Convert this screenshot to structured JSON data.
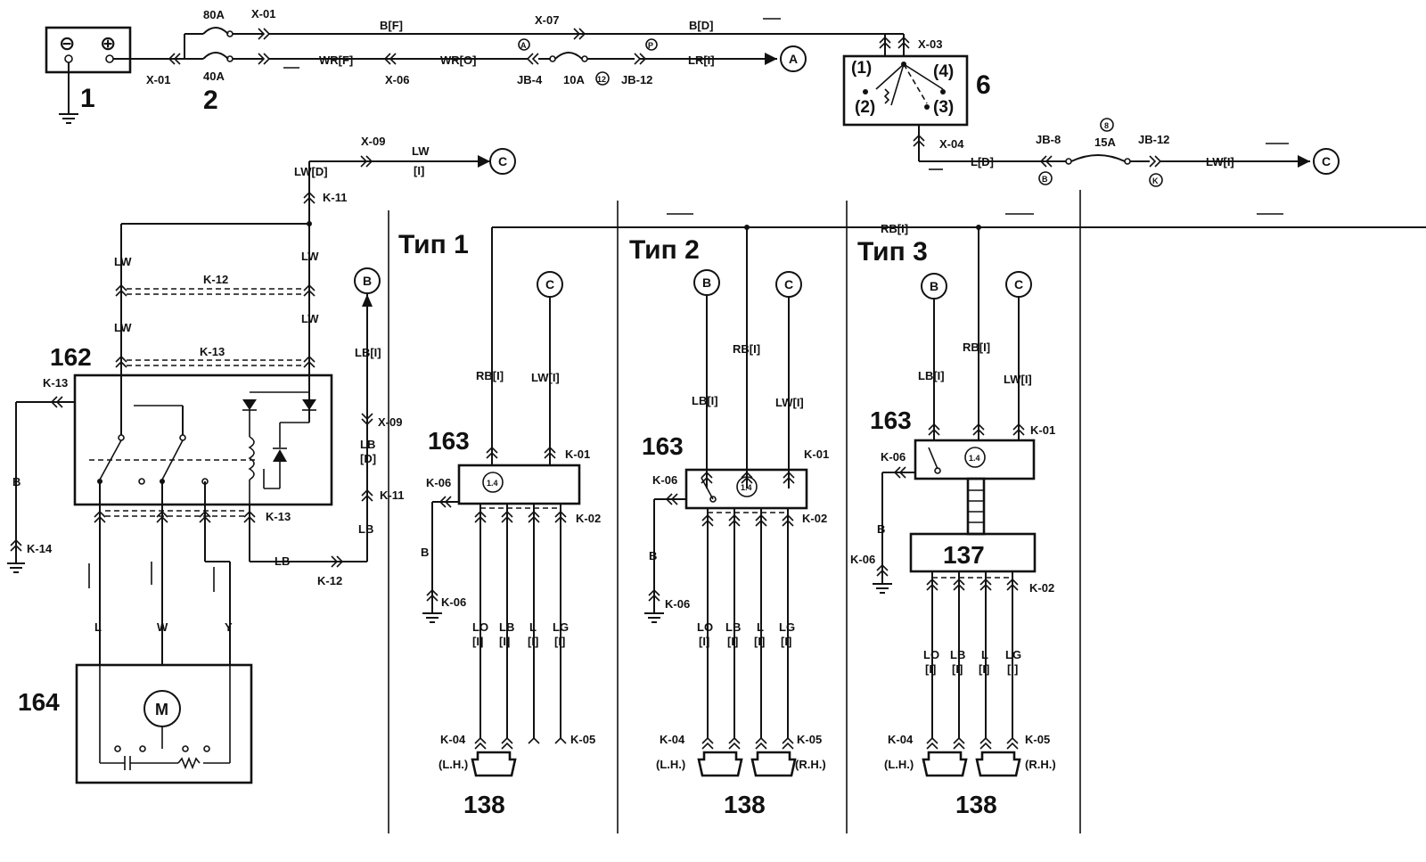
{
  "components": {
    "battery": "1",
    "fuse_block": "2",
    "ignition_switch": "6",
    "unit_162": "162",
    "motor_164": "164",
    "unit_163_t1": "163",
    "unit_163_t2": "163",
    "unit_163_t3": "163",
    "unit_137": "137",
    "speaker_t1": "138",
    "speaker_t2": "138",
    "speaker_t3": "138",
    "motor_symbol": "M",
    "unit163_inner": "1.4"
  },
  "types": {
    "t1": "Тип 1",
    "t2": "Тип 2",
    "t3": "Тип 3"
  },
  "fuses": {
    "f80": "80A",
    "f40": "40A",
    "f10": "10A",
    "f15": "15A",
    "f10_num": "12",
    "f15_num": "8"
  },
  "battery_symbols": {
    "minus": "⊖",
    "plus": "⊕"
  },
  "switch_positions": {
    "p1": "(1)",
    "p2": "(2)",
    "p3": "(3)",
    "p4": "(4)"
  },
  "connectors": {
    "x01_top": "X-01",
    "x01_bot": "X-01",
    "x07": "X-07",
    "x03": "X-03",
    "x06": "X-06",
    "jb4": "JB-4",
    "jb12_top": "JB-12",
    "x04": "X-04",
    "jb8": "JB-8",
    "jb12_right": "JB-12",
    "x09_top": "X-09",
    "x09_mid": "X-09",
    "k11_top": "K-11",
    "k11_mid": "K-11",
    "k12_top": "K-12",
    "k12_bot": "K-12",
    "k13_top": "K-13",
    "k13_left": "K-13",
    "k13_bot": "K-13",
    "k14": "K-14",
    "k01_t1": "K-01",
    "k02_t1": "K-02",
    "k06a_t1": "K-06",
    "k06b_t1": "K-06",
    "k04_t1": "K-04",
    "k05_t1": "K-05",
    "k01_t2": "K-01",
    "k02_t2": "K-02",
    "k06a_t2": "K-06",
    "k06b_t2": "K-06",
    "k04_t2": "K-04",
    "k05_t2": "K-05",
    "k01_t3": "K-01",
    "k02_t3": "K-02",
    "k06a_t3": "K-06",
    "k06b_t3": "K-06",
    "k04_t3": "K-04",
    "k05_t3": "K-05"
  },
  "wires": {
    "bf": "B[F]",
    "bd": "B[D]",
    "wrf": "WR[F]",
    "wro": "WR[O]",
    "lr": "LR[I]",
    "ld": "L[D]",
    "lw_right": "LW[I]",
    "lwd": "LW[D]",
    "lw_top": "LW",
    "lw_top_i": "[I]",
    "rb_top": "RB[I]",
    "lw_a": "LW",
    "lw_b": "LW",
    "lw_c": "LW",
    "lw_d": "LW",
    "lb_i": "LB[I]",
    "lb_d1": "LB",
    "lb_d2": "[D]",
    "lb_low": "LB",
    "lb_h": "LB",
    "b_k14": "B",
    "l": "L",
    "w": "W",
    "y": "Y",
    "t1_rb": "RB[I]",
    "t1_lw": "LW[I]",
    "t1_b": "B",
    "t1_lo": "LO",
    "t1_lb": "LB",
    "t1_l": "L",
    "t1_lg": "LG",
    "t1_lo_i": "[I]",
    "t1_lb_i": "[I]",
    "t1_l_i": "[I]",
    "t1_lg_i": "[I]",
    "t2_lb": "LB[I]",
    "t2_rb": "RB[I]",
    "t2_lw": "LW[I]",
    "t2_b": "B",
    "t2_lo": "LO",
    "t2_lbw": "LB",
    "t2_l": "L",
    "t2_lg": "LG",
    "t2_lo_i": "[I]",
    "t2_lb_i": "[I]",
    "t2_l_i": "[I]",
    "t2_lg_i": "[I]",
    "t3_lb": "LB[I]",
    "t3_rb": "RB[I]",
    "t3_lw": "LW[I]",
    "t3_b": "B",
    "t3_lo": "LO",
    "t3_lbw": "LB",
    "t3_l": "L",
    "t3_lg": "LG",
    "t3_lo_i": "[I]",
    "t3_lb_i": "[I]",
    "t3_l_i": "[I]",
    "t3_lg_i": "[I]"
  },
  "refs": {
    "a_end": "A",
    "c_top": "C",
    "c_right": "C",
    "b_mid": "B",
    "t1_c": "C",
    "t2_b": "B",
    "t2_c": "C",
    "t3_b": "B",
    "t3_c": "C",
    "pin_a": "A",
    "pin_p": "P",
    "pin_b": "B",
    "pin_k": "K"
  },
  "sides": {
    "t1_lh": "(L.H.)",
    "t2_lh": "(L.H.)",
    "t2_rh": "(R.H.)",
    "t3_lh": "(L.H.)",
    "t3_rh": "(R.H.)"
  }
}
